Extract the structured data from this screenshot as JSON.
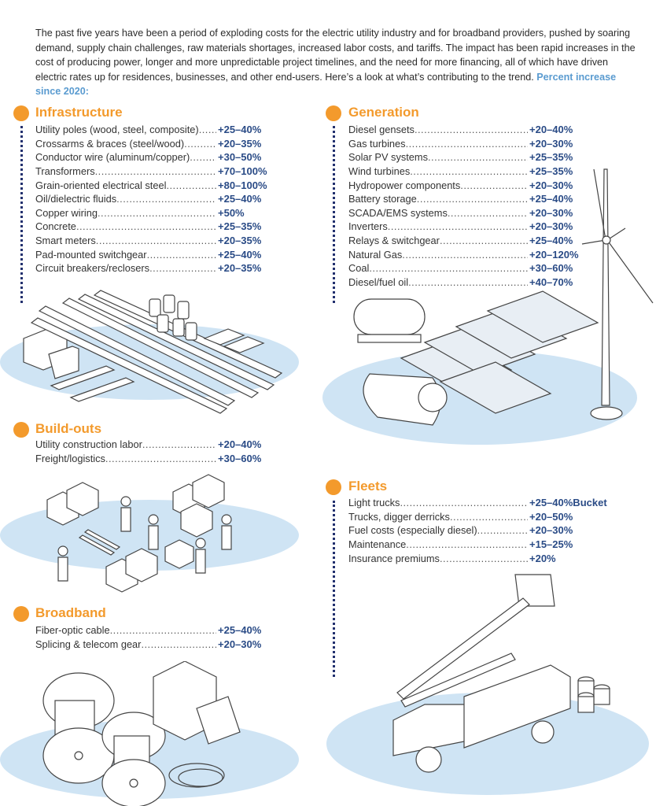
{
  "intro": {
    "text": "The past five years have been a period of exploding costs for the electric utility industry and for broadband providers, pushed by soaring demand, supply chain challenges, raw materials shortages, increased labor costs, and tariffs. The impact has been rapid increases in the cost of producing power, longer and more unpredictable project timelines, and the need for more financing, all of which have driven electric rates up for residences, businesses, and other end-users. Here’s a look at what’s contributing to the trend.",
    "highlight": "Percent increase since 2020:"
  },
  "colors": {
    "accent": "#f39a2c",
    "value": "#2a4b86",
    "ground": "#cfe4f4",
    "dots": "#22306e"
  },
  "infrastructure": {
    "title": "Infrastructure",
    "items": [
      {
        "label": "Utility poles (wood, steel, composite)",
        "value": "+25–40%"
      },
      {
        "label": "Crossarms & braces (steel/wood)",
        "value": "+20–35%"
      },
      {
        "label": "Conductor wire (aluminum/copper)",
        "value": "+30–50%"
      },
      {
        "label": "Transformers",
        "value": "+70–100%"
      },
      {
        "label": "Grain-oriented electrical steel",
        "value": "+80–100%"
      },
      {
        "label": "Oil/dielectric fluids",
        "value": "+25–40%"
      },
      {
        "label": "Copper wiring",
        "value": "+50%"
      },
      {
        "label": "Concrete",
        "value": "+25–35%"
      },
      {
        "label": "Smart meters",
        "value": "+20–35%"
      },
      {
        "label": "Pad-mounted switchgear",
        "value": "+25–40%"
      },
      {
        "label": "Circuit breakers/reclosers",
        "value": "+20–35%"
      }
    ]
  },
  "buildouts": {
    "title": "Build-outs",
    "items": [
      {
        "label": "Utility construction labor",
        "value": "+20–40%"
      },
      {
        "label": "Freight/logistics",
        "value": "+30–60%"
      }
    ]
  },
  "broadband": {
    "title": "Broadband",
    "items": [
      {
        "label": "Fiber-optic cable",
        "value": "+25–40%"
      },
      {
        "label": "Splicing & telecom gear",
        "value": "+20–30%"
      }
    ]
  },
  "generation": {
    "title": "Generation",
    "items": [
      {
        "label": "Diesel gensets",
        "value": "+20–40%"
      },
      {
        "label": "Gas turbines",
        "value": "+20–30%"
      },
      {
        "label": "Solar PV systems",
        "value": "+25–35%"
      },
      {
        "label": "Wind turbines",
        "value": "+25–35%"
      },
      {
        "label": "Hydropower components",
        "value": "+20–30%"
      },
      {
        "label": "Battery storage",
        "value": "+25–40%"
      },
      {
        "label": "SCADA/EMS systems",
        "value": "+20–30%"
      },
      {
        "label": "Inverters",
        "value": "+20–30%"
      },
      {
        "label": "Relays & switchgear",
        "value": "+25–40%"
      },
      {
        "label": "Natural Gas",
        "value": "+20–120%"
      },
      {
        "label": "Coal",
        "value": "+30–60%"
      },
      {
        "label": "Diesel/fuel oil",
        "value": "+40–70%"
      }
    ]
  },
  "fleets": {
    "title": "Fleets",
    "items": [
      {
        "label": "Light trucks",
        "value": "+25–40%Bucket"
      },
      {
        "label": "Trucks, digger derricks",
        "value": "+20–50%"
      },
      {
        "label": "Fuel costs (especially diesel)",
        "value": "+20–30%"
      },
      {
        "label": "Maintenance",
        "value": "+15–25%"
      },
      {
        "label": "Insurance premiums",
        "value": "+20%"
      }
    ]
  }
}
